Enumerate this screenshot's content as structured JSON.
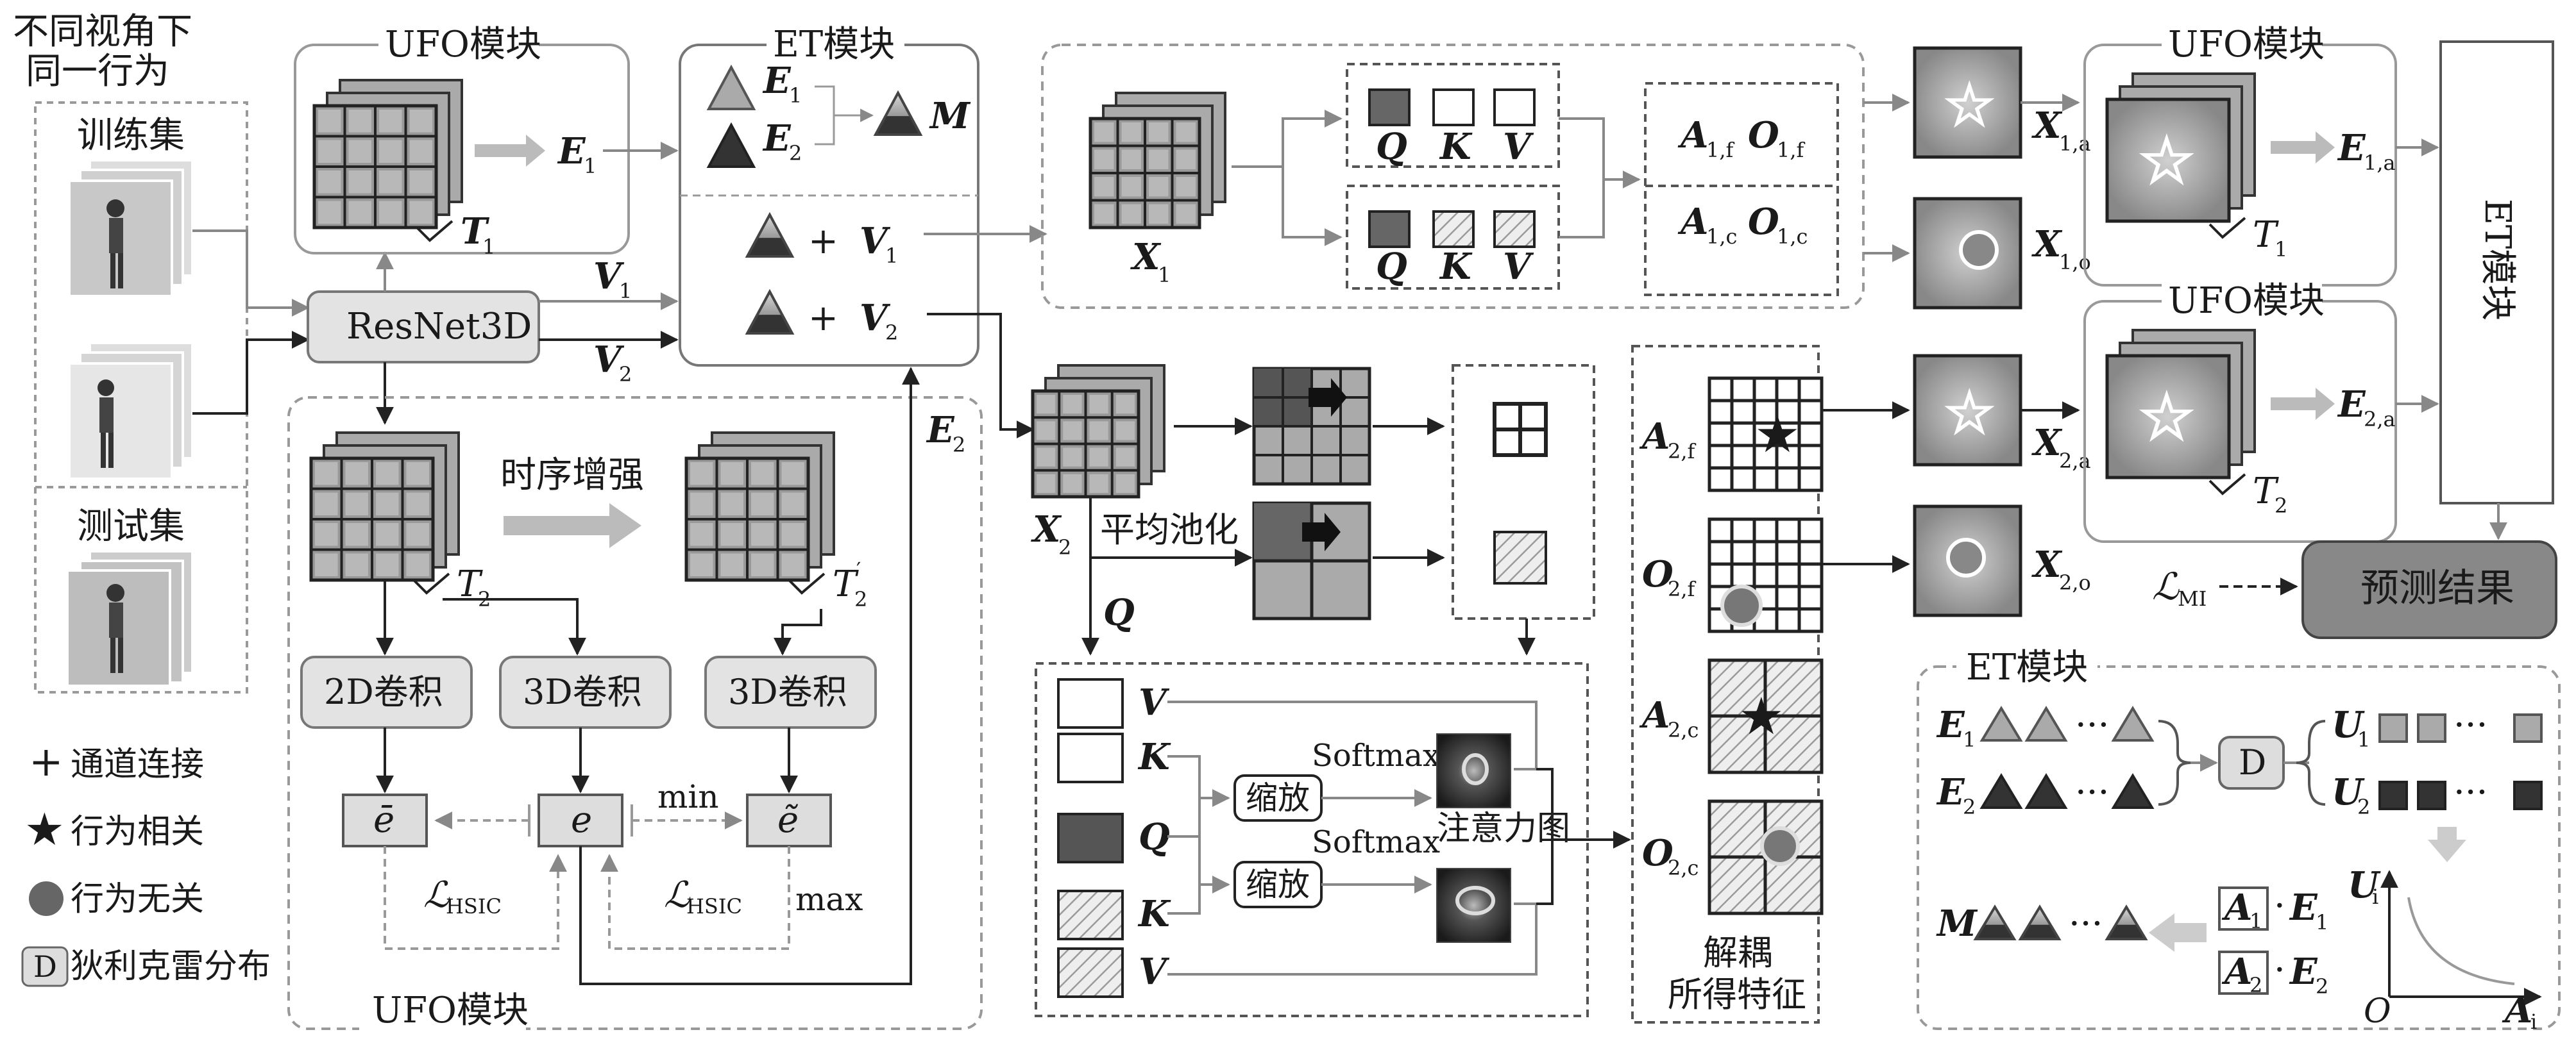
{
  "diagram": {
    "input": {
      "title_line1": "不同视角下",
      "title_line2": "同一行为",
      "train_label": "训练集",
      "test_label": "测试集"
    },
    "legend": {
      "concat": "通道连接",
      "related": "行为相关",
      "unrelated": "行为无关",
      "dirichlet": "狄利克雷分布",
      "d_symbol": "D"
    },
    "resnet": "ResNet3D",
    "ufo_title": "UFO模块",
    "et_title": "ET模块",
    "labels": {
      "E1": "E",
      "E1_sub": "1",
      "E2": "E",
      "E2_sub": "2",
      "M": "M",
      "V1": "V",
      "V1_sub": "1",
      "V2": "V",
      "V2_sub": "2",
      "T1": "T",
      "T1_sub": "1",
      "T2": "T",
      "T2_sub": "2",
      "T2p_sub": "2",
      "prime": "′",
      "plus": "+",
      "X1": "X",
      "X1_sub": "1",
      "X2": "X",
      "X2_sub": "2",
      "Q": "Q",
      "K": "K",
      "V": "V",
      "A1f": "A",
      "A1f_sub": "1,f",
      "O1f": "O",
      "O1f_sub": "1,f",
      "A1c": "A",
      "A1c_sub": "1,c",
      "O1c": "O",
      "O1c_sub": "1,c",
      "A2f": "A",
      "A2f_sub": "2,f",
      "O2f": "O",
      "O2f_sub": "2,f",
      "A2c": "A",
      "A2c_sub": "2,c",
      "O2c": "O",
      "O2c_sub": "2,c",
      "X1a": "X",
      "X1a_sub": "1,a",
      "X1o": "X",
      "X1o_sub": "1,o",
      "X2a": "X",
      "X2a_sub": "2,a",
      "X2o": "X",
      "X2o_sub": "2,o",
      "E1a": "E",
      "E1a_sub": "1,a",
      "E2a": "E",
      "E2a_sub": "2,a",
      "U1": "U",
      "U1_sub": "1",
      "U2": "U",
      "U2_sub": "2",
      "Ui": "U",
      "Ui_sub": "i",
      "Ai": "A",
      "Ai_sub": "i",
      "A1": "A",
      "A1_sub": "1",
      "A2": "A",
      "A2_sub": "2",
      "dot": "·",
      "ellipsis": "···",
      "origin": "O",
      "e_bar": "ē",
      "e": "e",
      "e_tilde": "ẽ",
      "L_hsic": "ℒ",
      "L_hsic_sub": "HSIC",
      "L_mi": "ℒ",
      "L_mi_sub": "MI",
      "min": "min",
      "max": "max"
    },
    "temporal_enhance": "时序增强",
    "conv2d": "2D卷积",
    "conv3d_a": "3D卷积",
    "conv3d_b": "3D卷积",
    "avg_pool": "平均池化",
    "scale_1": "缩放",
    "scale_2": "缩放",
    "softmax_1": "Softmax",
    "softmax_2": "Softmax",
    "attention_map": "注意力图",
    "decoupled_line1": "解耦",
    "decoupled_line2": "所得特征",
    "et_vertical": "ET模块",
    "prediction": "预测结果"
  }
}
